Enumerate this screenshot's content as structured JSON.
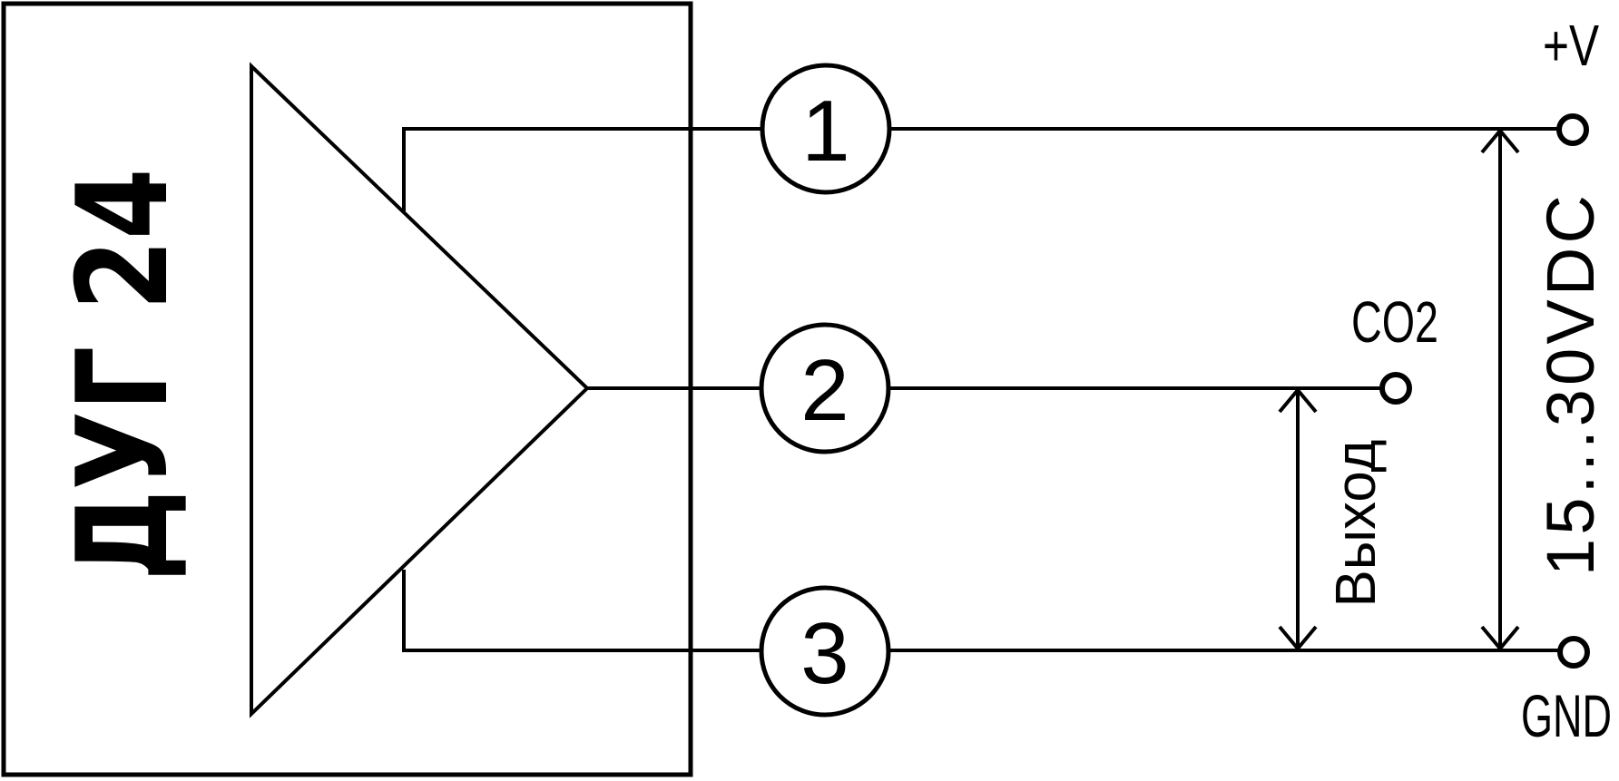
{
  "colors": {
    "line": "#000000",
    "background": "#ffffff"
  },
  "device": {
    "label": "ДУГ 24"
  },
  "pins": [
    {
      "number": "1"
    },
    {
      "number": "2"
    },
    {
      "number": "3"
    }
  ],
  "terminals": {
    "positive": "+V",
    "signal": "CO2",
    "ground": "GND"
  },
  "annotations": {
    "output": "Выход",
    "supply_range": "15...30VDC"
  }
}
